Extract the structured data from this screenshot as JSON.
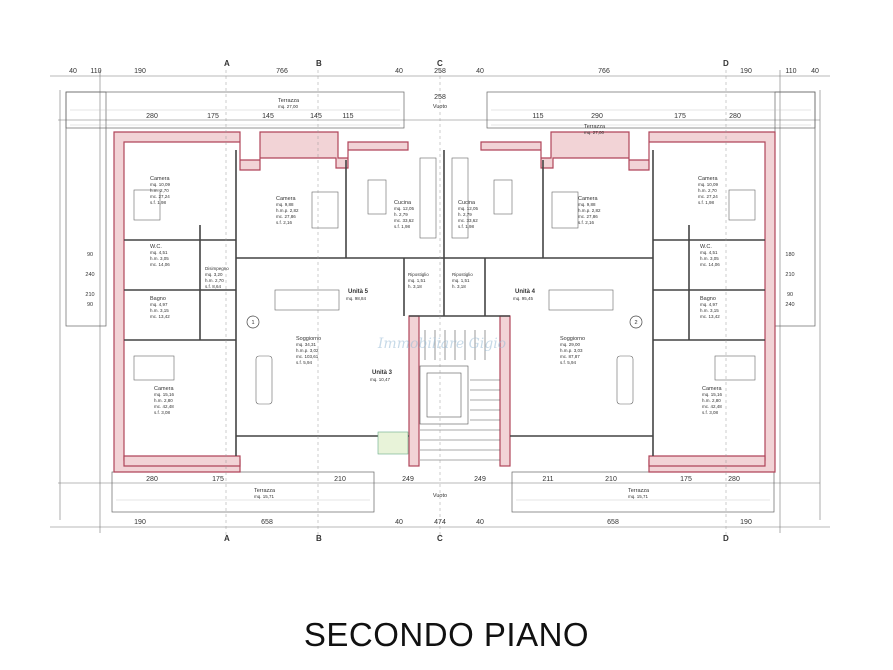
{
  "title": "SECONDO PIANO",
  "watermark": "Immobiliare Gigio",
  "colors": {
    "wall_fill": "#f2d3d6",
    "wall_stroke": "#b0455a",
    "line": "#555555"
  },
  "dims": {
    "top_outer": [
      "40",
      "110",
      "190",
      "766",
      "40",
      "258",
      "40",
      "766",
      "190",
      "110",
      "40"
    ],
    "top_inner": [
      "280",
      "175",
      "145",
      "145",
      "115",
      "115",
      "290",
      "175",
      "280"
    ],
    "bottom_inner": [
      "280",
      "175",
      "210",
      "249",
      "249",
      "211",
      "210",
      "175",
      "280"
    ],
    "bottom_outer": [
      "190",
      "658",
      "40",
      "474",
      "40",
      "658",
      "190"
    ],
    "vuoto_top_num": "258",
    "vuoto_label": "Vuoto",
    "side": [
      "90",
      "240",
      "210",
      "90",
      "180",
      "210",
      "90",
      "240"
    ]
  },
  "axes": [
    "A",
    "B",
    "C",
    "D"
  ],
  "terrazze": [
    {
      "label": "Terrazza",
      "area": "mq. 27,00"
    },
    {
      "label": "Terrazza",
      "area": "mq. 27,00"
    },
    {
      "label": "Terrazza",
      "area": "mq. 15,71"
    },
    {
      "label": "Terrazza",
      "area": "mq. 15,71"
    }
  ],
  "units": [
    {
      "name": "Unità 5",
      "area": "mq. 98,84"
    },
    {
      "name": "Unità 4",
      "area": "mq. 95,45"
    },
    {
      "name": "Unità 3",
      "area": "mq. 10,47"
    }
  ],
  "rooms": [
    {
      "name": "Camera",
      "lines": [
        "mq. 10,09",
        "h.m. 2,70",
        "mc. 27,24",
        "s.f. 1,98"
      ]
    },
    {
      "name": "Camera",
      "lines": [
        "mq. 9,88",
        "h.m.p. 2,82",
        "mc. 27,86",
        "s.f. 2,16"
      ]
    },
    {
      "name": "Cucina",
      "lines": [
        "mq. 12,05",
        "h. 2,79",
        "mc. 33,62",
        "s.f. 1,98"
      ]
    },
    {
      "name": "Cucina",
      "lines": [
        "mq. 12,05",
        "h. 2,79",
        "mc. 33,62",
        "s.f. 1,98"
      ]
    },
    {
      "name": "Camera",
      "lines": [
        "mq. 9,88",
        "h.m.p. 2,82",
        "mc. 27,86",
        "s.f. 2,16"
      ]
    },
    {
      "name": "Camera",
      "lines": [
        "mq. 10,09",
        "h.m. 2,70",
        "mc. 27,24",
        "s.f. 1,98"
      ]
    },
    {
      "name": "W.C.",
      "lines": [
        "mq. 4,51",
        "h.m. 3,05",
        "mc. 14,06"
      ]
    },
    {
      "name": "Bagno",
      "lines": [
        "mq. 4,97",
        "h.m. 3,15",
        "mc. 13,42"
      ]
    },
    {
      "name": "Soggiorno",
      "lines": [
        "mq. 34,31",
        "h.m.p. 3,02",
        "mc. 103,61",
        "s.f. 5,94"
      ]
    },
    {
      "name": "Soggiorno",
      "lines": [
        "mq. 29,00",
        "h.m.p. 3,03",
        "mc. 87,87",
        "s.f. 5,94"
      ]
    },
    {
      "name": "Camera",
      "lines": [
        "mq. 15,16",
        "h.m. 2,80",
        "mc. 42,48",
        "s.f. 3,08"
      ]
    },
    {
      "name": "Camera",
      "lines": [
        "mq. 15,16",
        "h.m. 2,80",
        "mc. 42,48",
        "s.f. 3,08"
      ]
    },
    {
      "name": "W.C.",
      "lines": [
        "mq. 4,51",
        "h.m. 3,05",
        "mc. 14,06"
      ]
    },
    {
      "name": "Bagno",
      "lines": [
        "mq. 4,97",
        "h.m. 3,15",
        "mc. 13,42"
      ]
    },
    {
      "name": "Disimpegno",
      "lines": [
        "mq. 3,20",
        "h.m. 2,70",
        "s.f. 8,64"
      ]
    },
    {
      "name": "Ripostiglio",
      "lines": [
        "mq. 1,51",
        "h. 3,18"
      ]
    },
    {
      "name": "Ripostiglio",
      "lines": [
        "mq. 1,51",
        "h. 3,18"
      ]
    }
  ],
  "labels": {
    "vuoto_bottom": "Vuoto",
    "circle1": "1",
    "circle2": "2"
  }
}
